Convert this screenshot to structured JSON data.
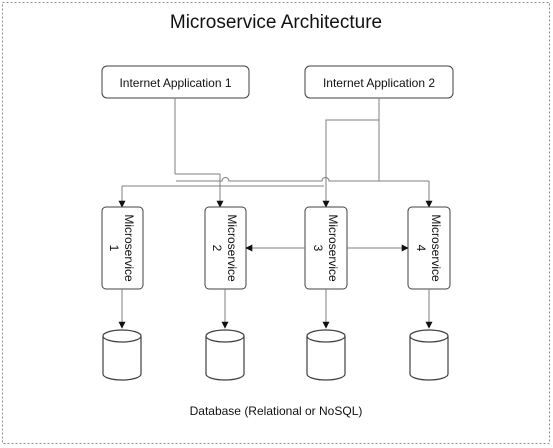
{
  "title": "Microservice Architecture",
  "applications": [
    {
      "label": "Internet Application 1"
    },
    {
      "label": "Internet Application 2"
    }
  ],
  "microservices": [
    {
      "label": "Microservice 1",
      "word": "Microservice",
      "num": "1"
    },
    {
      "label": "Microservice 2",
      "word": "Microservice",
      "num": "2"
    },
    {
      "label": "Microservice 3",
      "word": "Microservice",
      "num": "3"
    },
    {
      "label": "Microservice 4",
      "word": "Microservice",
      "num": "4"
    }
  ],
  "database_caption": "Database (Relational or NoSQL)",
  "colors": {
    "line": "#7f7f7f",
    "box_border": "#404040",
    "text": "#111111"
  }
}
